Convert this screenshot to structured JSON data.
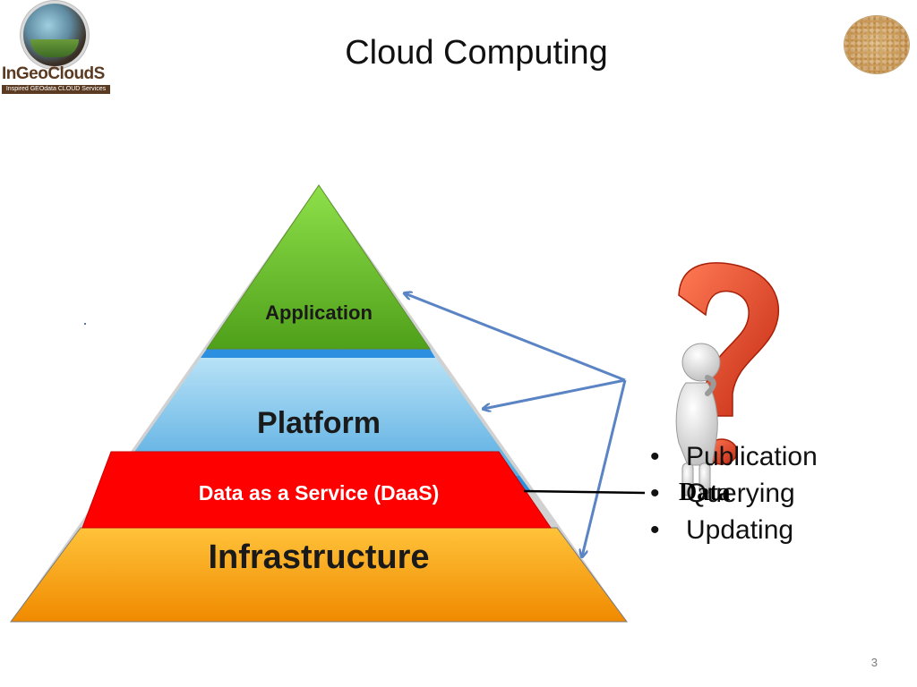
{
  "slide": {
    "title": "Cloud Computing",
    "page_number": "3"
  },
  "logo": {
    "name": "InGeoCloudS",
    "tagline": "Inspired GEOdata CLOUD Services"
  },
  "pyramid": {
    "layers": [
      {
        "label": "Application",
        "color": "#6cc02a"
      },
      {
        "label": "Platform",
        "color": "#5bb7e8"
      },
      {
        "label": "Data as a Service (DaaS)",
        "color": "#ff0000"
      },
      {
        "label": "Infrastructure",
        "color": "#f7a600"
      }
    ]
  },
  "side_panel": {
    "data_label": "Data",
    "bullets": [
      "Publication",
      "Querying",
      "Updating"
    ]
  },
  "icons": {
    "question_figure": "question-mark-figure-icon",
    "arrows": "arrow-icon"
  },
  "colors": {
    "arrow": "#5b84c4",
    "question_mark": "#e8432a"
  }
}
